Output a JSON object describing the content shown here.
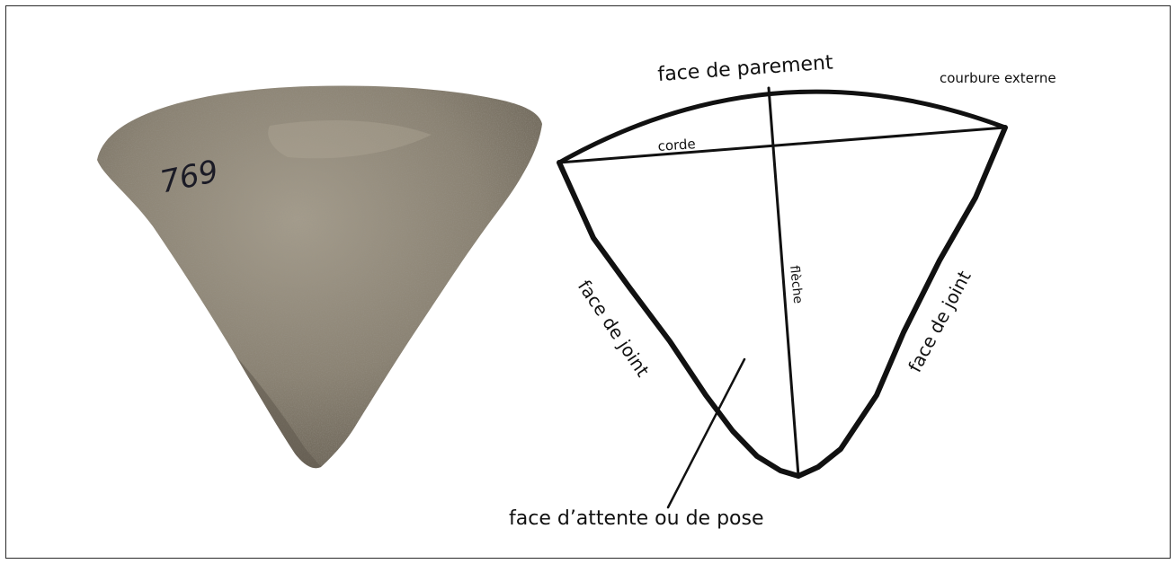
{
  "photo": {
    "specimen_number": "769",
    "stone_color": "#8a8273",
    "stone_dark": "#5e574c",
    "stone_light": "#aea696",
    "ink_color": "#1b1b26"
  },
  "diagram": {
    "stroke_color": "#111111",
    "labels": {
      "face_de_parement": "face de parement",
      "courbure_externe": "courbure externe",
      "corde": "corde",
      "fleche": "flèche",
      "face_de_joint_left": "face de joint",
      "face_de_joint_right": "face de joint",
      "face_attente": "face d’attente ou de pose"
    }
  }
}
